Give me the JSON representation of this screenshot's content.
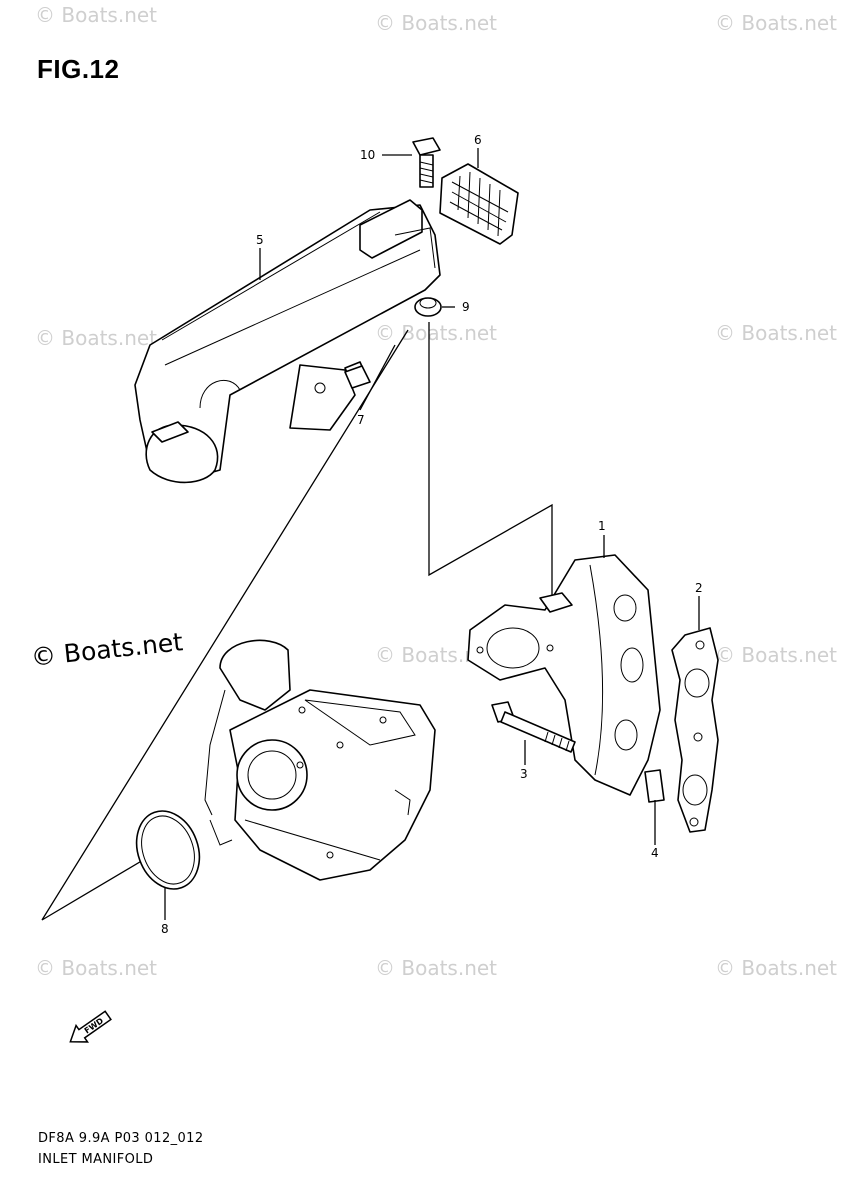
{
  "figure": {
    "title": "FIG.12"
  },
  "footer": {
    "code": "DF8A 9.9A P03 012_012",
    "name": "INLET MANIFOLD"
  },
  "watermark": {
    "text": "© Boats.net",
    "large_text": "© Boats.net"
  },
  "fwd_label": "FWD",
  "callouts": [
    {
      "id": "c1",
      "label": "1"
    },
    {
      "id": "c2",
      "label": "2"
    },
    {
      "id": "c3",
      "label": "3"
    },
    {
      "id": "c4",
      "label": "4"
    },
    {
      "id": "c5",
      "label": "5"
    },
    {
      "id": "c6",
      "label": "6"
    },
    {
      "id": "c7",
      "label": "7"
    },
    {
      "id": "c8",
      "label": "8"
    },
    {
      "id": "c9",
      "label": "9"
    },
    {
      "id": "c10",
      "label": "10"
    }
  ]
}
